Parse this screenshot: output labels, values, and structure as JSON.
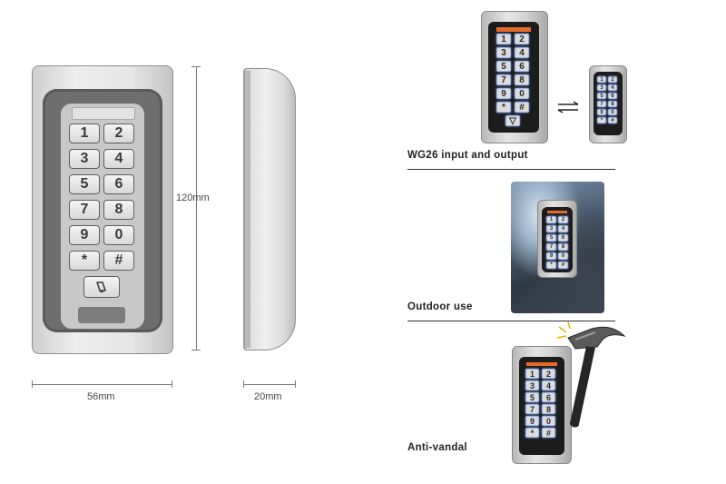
{
  "dimensions": {
    "height": "120mm",
    "width": "56mm",
    "depth": "20mm"
  },
  "keypad": {
    "keys": [
      "1",
      "2",
      "3",
      "4",
      "5",
      "6",
      "7",
      "8",
      "9",
      "0",
      "*",
      "#"
    ],
    "bell_icon": "bell-icon"
  },
  "features": [
    {
      "caption": "WG26 input and output",
      "icon": "bidirectional-arrows-icon"
    },
    {
      "caption": "Outdoor use"
    },
    {
      "caption": "Anti-vandal",
      "icon": "hammer-icon"
    }
  ],
  "colors": {
    "device_silver": "#d0d0d0",
    "keypad_frame": "#6e6e6e",
    "indicator_orange": "#e56b2a",
    "key_backlight": "#7aa4ff"
  }
}
